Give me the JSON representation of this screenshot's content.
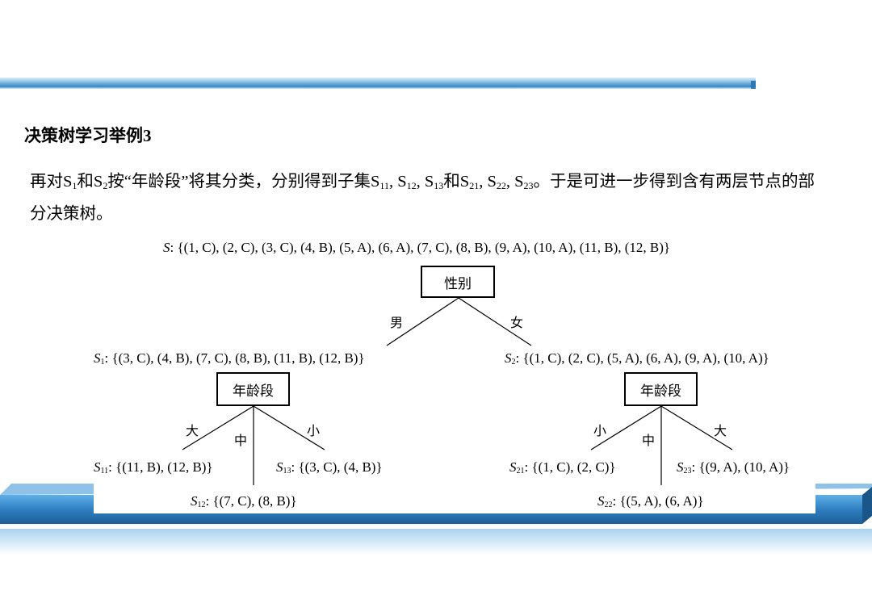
{
  "slide": {
    "title": "决策树学习举例3",
    "paragraph": {
      "p1": "再对S",
      "s1": "1",
      "p2": "和S",
      "s2": "2",
      "p3": "按“年龄段”将其分类，分别得到子集S",
      "s3": "11",
      "p4": ", S",
      "s4": "12",
      "p5": ", S",
      "s5": "13",
      "p6": "和S",
      "s6": "21",
      "p7": ", S",
      "s7": "22",
      "p8": ", S",
      "s8": "23",
      "p9": "。于是可进一步得到含有两层节点的部分决策树。"
    }
  },
  "tree": {
    "root_set": {
      "name": "S",
      "sub": "",
      "items": ": {(1, C), (2, C), (3, C), (4, B), (5, A), (6, A), (7, C), (8, B), (9, A), (10, A), (11, B), (12, B)}"
    },
    "root_node": "性别",
    "edge_male": "男",
    "edge_female": "女",
    "s1": {
      "name": "S",
      "sub": "1",
      "items": ": {(3, C), (4, B), (7, C), (8, B), (11, B), (12, B)}"
    },
    "s2": {
      "name": "S",
      "sub": "2",
      "items": ": {(1, C), (2, C), (5, A), (6, A), (9, A), (10, A)}"
    },
    "left_node": "年龄段",
    "right_node": "年龄段",
    "left_edges": {
      "big": "大",
      "mid": "中",
      "small": "小"
    },
    "right_edges": {
      "small": "小",
      "mid": "中",
      "big": "大"
    },
    "s11": {
      "name": "S",
      "sub": "11",
      "items": ": {(11, B), (12, B)}"
    },
    "s12": {
      "name": "S",
      "sub": "12",
      "items": ": {(7, C), (8, B)}"
    },
    "s13": {
      "name": "S",
      "sub": "13",
      "items": ": {(3, C), (4, B)}"
    },
    "s21": {
      "name": "S",
      "sub": "21",
      "items": ": {(1, C), (2, C)}"
    },
    "s22": {
      "name": "S",
      "sub": "22",
      "items": ": {(5, A), (6, A)}"
    },
    "s23": {
      "name": "S",
      "sub": "23",
      "items": ": {(9, A), (10, A)}"
    }
  },
  "colors": {
    "accent_blue": "#3b86c2",
    "band_blue": "#2f7fc0"
  }
}
